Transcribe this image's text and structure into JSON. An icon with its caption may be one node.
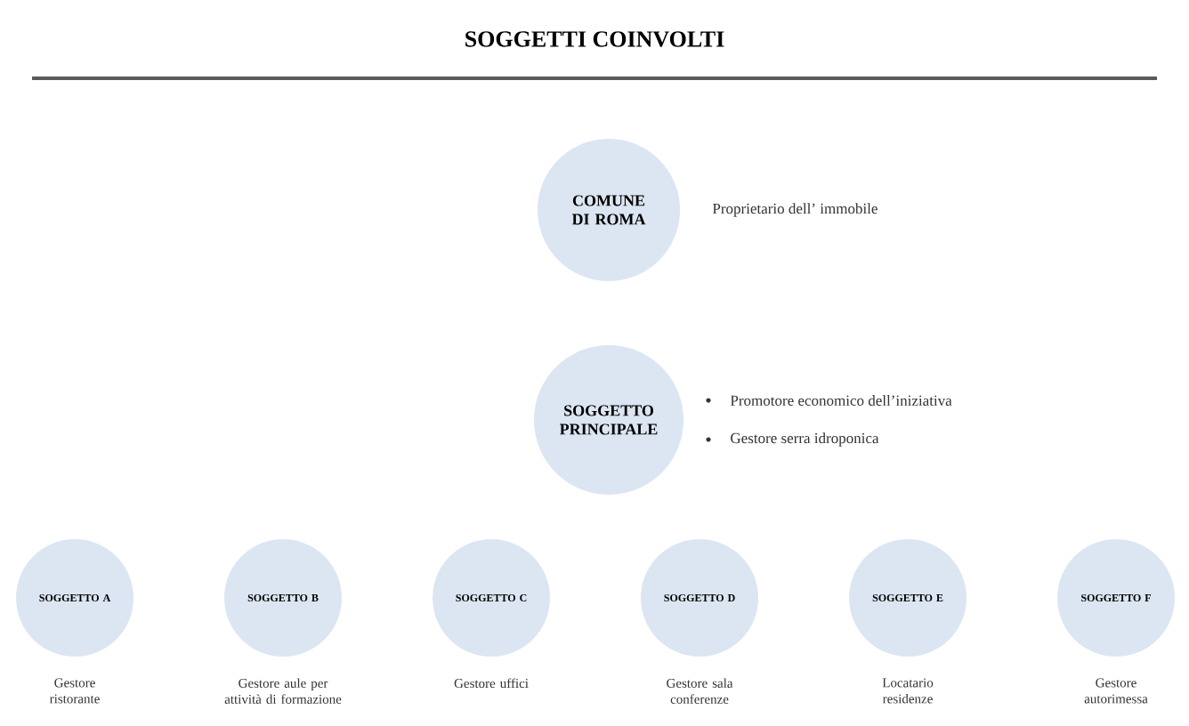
{
  "diagram": {
    "title": "SOGGETTI COINVOLTI",
    "nodes": [
      {
        "text": [
          "COMUNE DI ROMA"
        ],
        "beside": [
          "Proprietario dell’ immobile"
        ]
      },
      {
        "text": [
          "SOGGETTO PRINCIPALE"
        ],
        "beside": [
          "Promotore economico dell’iniziativa",
          "Gestore serra idroponica"
        ]
      },
      {
        "text": [
          "SOGGETTO A"
        ],
        "beside": [
          "Gestore ristorante"
        ]
      },
      {
        "text": [
          "SOGGETTO B"
        ],
        "beside": [
          "Gestore aule per attività di formazione"
        ]
      },
      {
        "text": [
          "SOGGETTO C"
        ],
        "beside": [
          "Gestore uffici"
        ]
      },
      {
        "text": [
          "SOGGETTO D"
        ],
        "beside": [
          "Gestore sala conferenze"
        ]
      },
      {
        "text": [
          "SOGGETTO E"
        ],
        "beside": [
          "Locatario residenze"
        ]
      },
      {
        "text": [
          "SOGGETTO F"
        ],
        "beside": [
          "Gestore autorimessa"
        ]
      }
    ]
  }
}
